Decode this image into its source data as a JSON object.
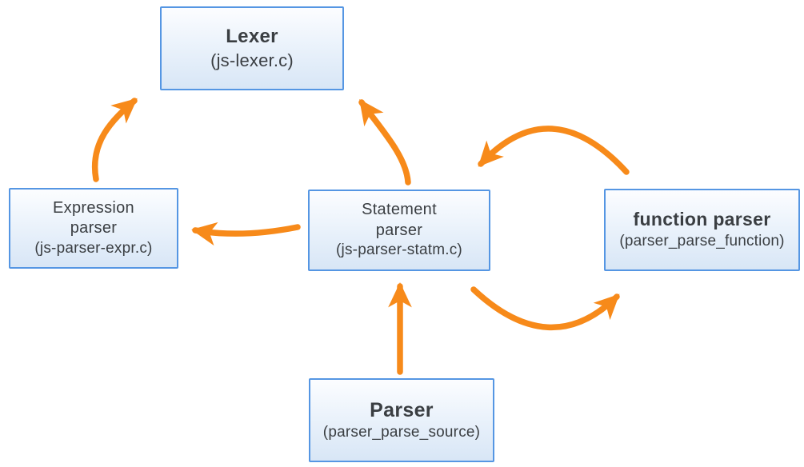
{
  "diagram": {
    "background": "#ffffff",
    "colors": {
      "arrow": "#F78A1A",
      "box_border": "#5596E3",
      "box_fill_top": "#FCFDFF",
      "box_fill_bottom": "#D8E6F6",
      "text": "#3A3E42"
    },
    "nodes": {
      "lexer": {
        "title": "Lexer",
        "subtitle": "(js-lexer.c)"
      },
      "expression_parser": {
        "title": "Expression parser",
        "subtitle": "(js-parser-expr.c)"
      },
      "statement_parser": {
        "title": "Statement parser",
        "subtitle": "(js-parser-statm.c)"
      },
      "function_parser": {
        "title": "function parser",
        "subtitle": "(parser_parse_function)"
      },
      "parser": {
        "title": "Parser",
        "subtitle": "(parser_parse_source)"
      }
    },
    "edges": [
      {
        "from": "expression_parser",
        "to": "lexer"
      },
      {
        "from": "statement_parser",
        "to": "lexer"
      },
      {
        "from": "statement_parser",
        "to": "expression_parser"
      },
      {
        "from": "function_parser",
        "to": "statement_parser"
      },
      {
        "from": "statement_parser",
        "to": "function_parser"
      },
      {
        "from": "parser",
        "to": "statement_parser"
      }
    ]
  }
}
